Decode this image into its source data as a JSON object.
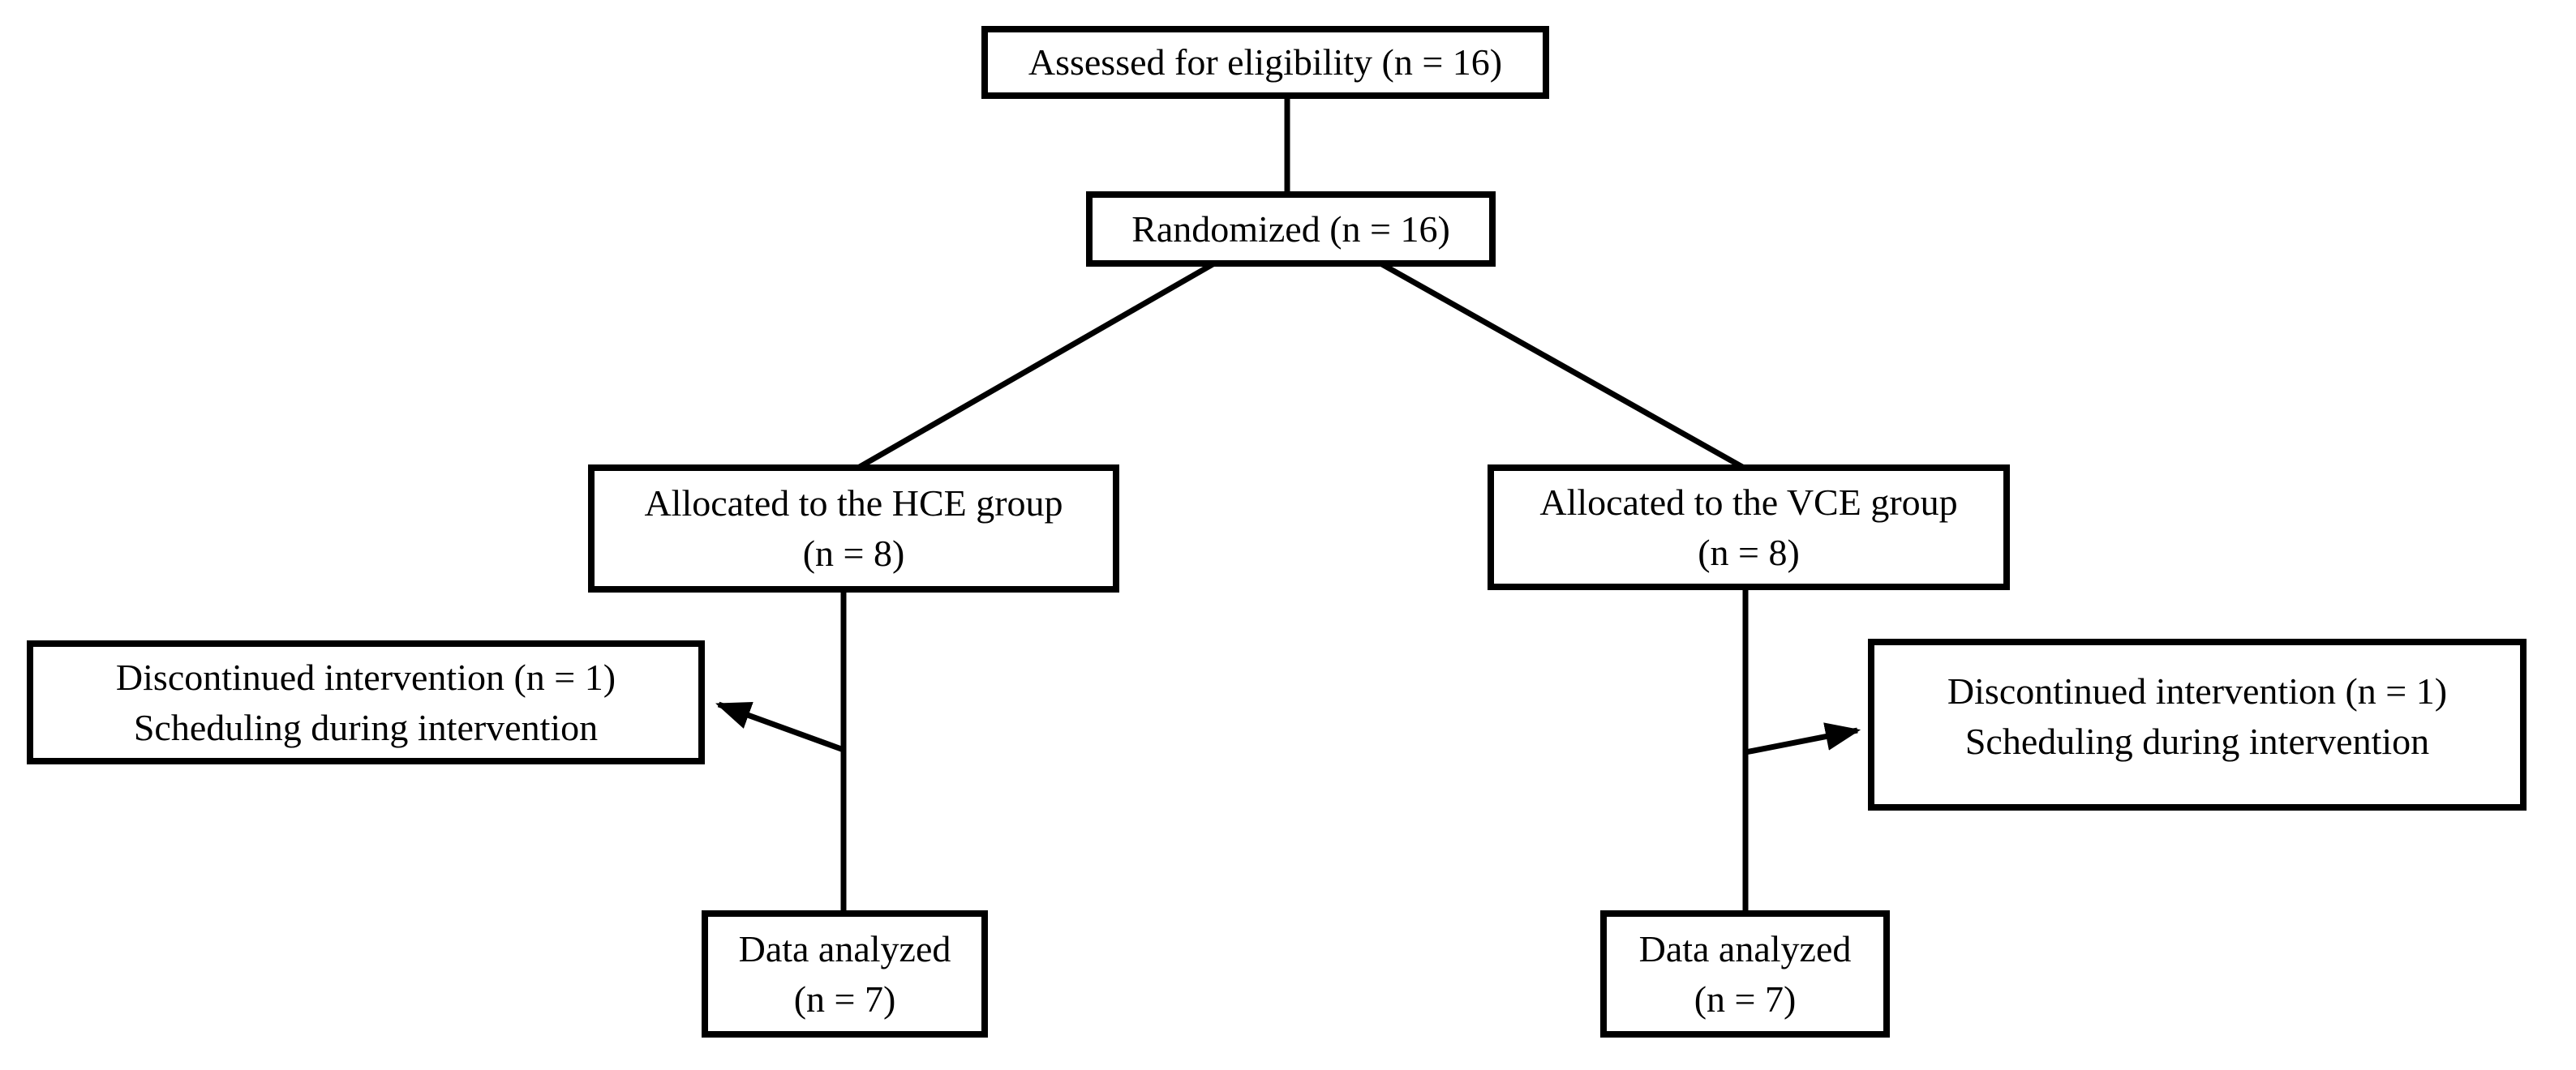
{
  "diagram": {
    "type": "flowchart",
    "description": "CONSORT-style participant flow diagram",
    "colors": {
      "background": "#ffffff",
      "box_border": "#000000",
      "box_fill": "#ffffff",
      "line": "#000000",
      "text": "#000000"
    },
    "nodes": {
      "assessed": {
        "line1": "Assessed for eligibility (n = 16)"
      },
      "randomized": {
        "line1": "Randomized (n = 16)"
      },
      "allocated_hce": {
        "line1": "Allocated to the HCE group",
        "line2": "(n = 8)"
      },
      "allocated_vce": {
        "line1": "Allocated to the VCE group",
        "line2": "(n = 8)"
      },
      "discontinued_hce": {
        "line1": "Discontinued intervention (n = 1)",
        "line2": "Scheduling during intervention"
      },
      "discontinued_vce": {
        "line1": "Discontinued intervention (n = 1)",
        "line2": "Scheduling during intervention"
      },
      "analyzed_hce": {
        "line1": "Data analyzed",
        "line2": "(n = 7)"
      },
      "analyzed_vce": {
        "line1": "Data analyzed",
        "line2": "(n = 7)"
      }
    },
    "edges": [
      {
        "from": "assessed",
        "to": "randomized",
        "style": "plain-line"
      },
      {
        "from": "randomized",
        "to": "allocated_hce",
        "style": "plain-line"
      },
      {
        "from": "randomized",
        "to": "allocated_vce",
        "style": "plain-line"
      },
      {
        "from": "allocated_hce",
        "to": "analyzed_hce",
        "style": "plain-line"
      },
      {
        "from": "allocated_vce",
        "to": "analyzed_vce",
        "style": "plain-line"
      },
      {
        "from": "allocated_hce",
        "to": "discontinued_hce",
        "style": "arrow"
      },
      {
        "from": "allocated_vce",
        "to": "discontinued_vce",
        "style": "arrow"
      }
    ]
  }
}
